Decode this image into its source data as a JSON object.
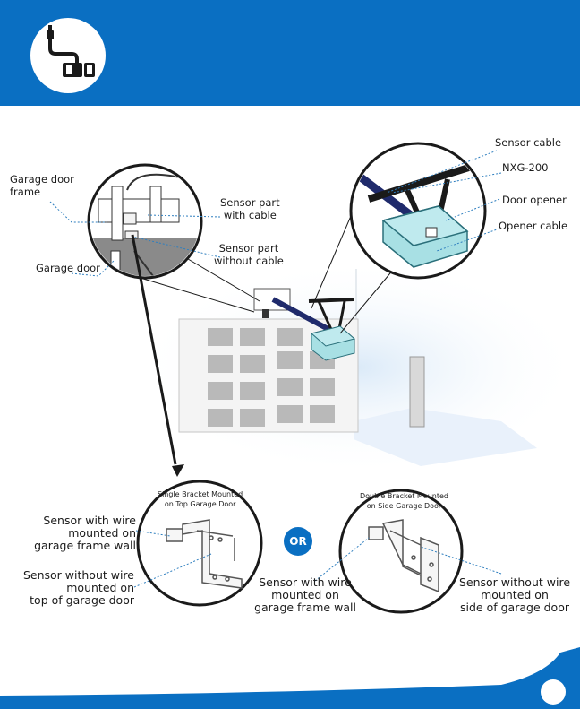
{
  "colors": {
    "brand": "#0a6fc2",
    "leader": "#2f7fbf",
    "cable": "#1f2a6b",
    "device": "#a8e0e4"
  },
  "icons": {
    "header": "door-sensor-icon"
  },
  "top_left": {
    "frame_label": [
      "Garage door",
      "frame"
    ],
    "door_label": "Garage door",
    "with_cable_label": [
      "Sensor part",
      "with cable"
    ],
    "without_cable_label": [
      "Sensor part",
      "without cable"
    ]
  },
  "top_right": {
    "sensor_cable": "Sensor cable",
    "nxg": "NXG-200",
    "door_opener": "Door opener",
    "opener_cable": "Opener cable"
  },
  "bottom_left": {
    "inset_title": [
      "Single Bracket Mounted",
      "on Top Garage Door"
    ],
    "with_wire": [
      "Sensor with wire",
      "mounted on",
      "garage frame wall"
    ],
    "without_wire": [
      "Sensor without wire",
      "mounted on",
      "top of garage door"
    ]
  },
  "or_label": "OR",
  "bottom_right": {
    "inset_title": [
      "Double Bracket Mounted",
      "on Side Garage Door"
    ],
    "with_wire": [
      "Sensor with wire",
      "mounted on",
      "garage frame wall"
    ],
    "without_wire": [
      "Sensor without wire",
      "mounted on",
      "side of garage door"
    ]
  }
}
